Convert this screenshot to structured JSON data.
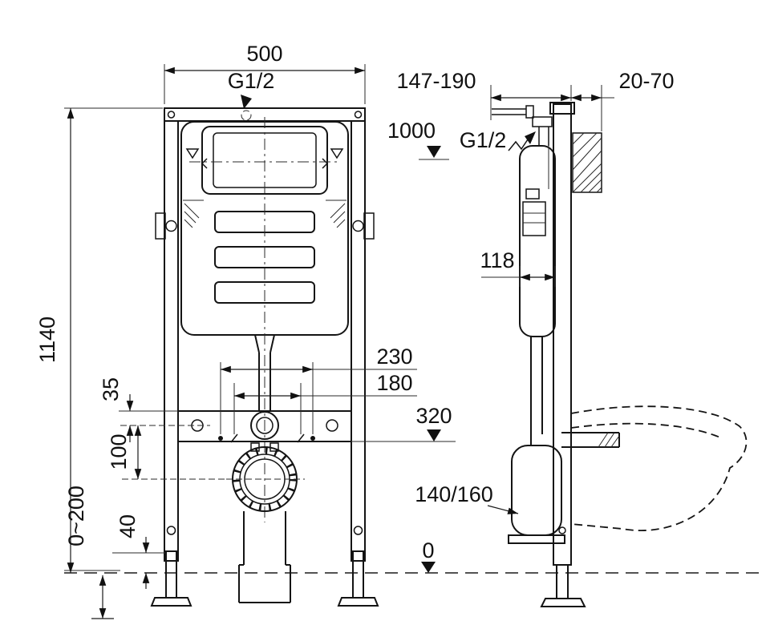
{
  "drawing": {
    "kind": "wall-hung-wc-concealed-cistern-installation",
    "colors": {
      "line": "#141414",
      "background": "#ffffff"
    }
  },
  "front_view": {
    "width": "500",
    "inlet": "G1/2",
    "height": "1140",
    "plate_gap": "35",
    "spacing_outer": "230",
    "spacing_inner": "180",
    "drop": "100",
    "outlet_level": "320",
    "foot_gap": "40",
    "foot_range": "0~200"
  },
  "side_view": {
    "wall_distance": "147-190",
    "wall_thickness": "20-70",
    "level_top": "1000",
    "inlet": "G1/2",
    "depth": "118",
    "outlet_variants": "140/160",
    "level_floor": "0"
  }
}
